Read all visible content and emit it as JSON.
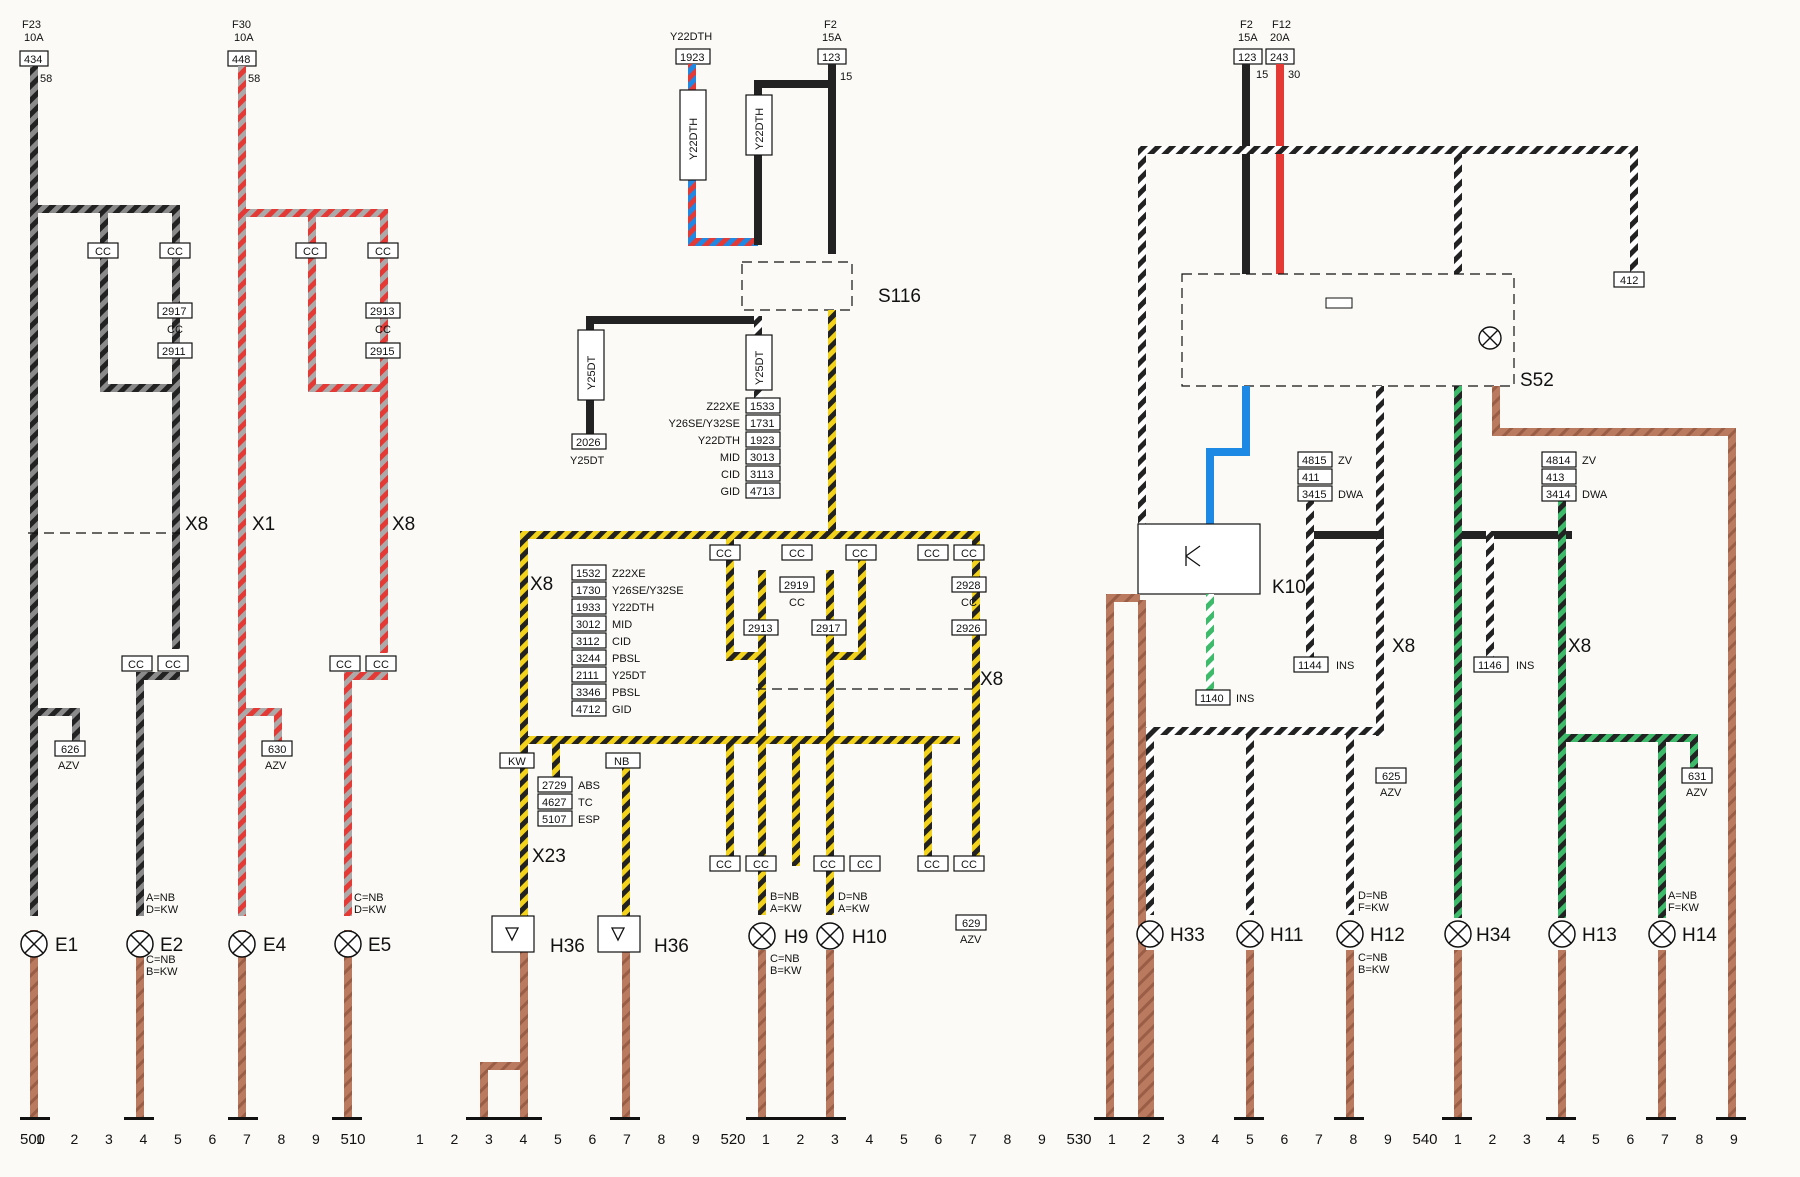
{
  "colors": {
    "brown": "#b97a60",
    "black": "#222222",
    "red": "#e53935",
    "grey": "#8a8a8a",
    "blue": "#1e88e5",
    "yellow": "#f2d21b",
    "green": "#3dbb6a",
    "white": "#ffffff"
  },
  "fuses": [
    {
      "name": "F23",
      "rating": "10A",
      "num": "434",
      "pin": "58"
    },
    {
      "name": "F30",
      "rating": "10A",
      "num": "448",
      "pin": "58"
    },
    {
      "name": "F2",
      "rating": "15A",
      "num": "123",
      "pin": "15"
    },
    {
      "name": "F2",
      "rating": "15A",
      "num": "123",
      "pin": "15"
    },
    {
      "name": "F12",
      "rating": "20A",
      "num": "243",
      "pin": "30"
    }
  ],
  "components": {
    "E1": "E1",
    "E2": "E2",
    "E4": "E4",
    "E5": "E5",
    "H36": "H36",
    "H9": "H9",
    "H10": "H10",
    "H33": "H33",
    "H11": "H11",
    "H12": "H12",
    "H34": "H34",
    "H13": "H13",
    "H14": "H14",
    "S116": "S116",
    "S52": "S52",
    "K10": "K10",
    "X8": "X8",
    "X1": "X1",
    "X23": "X23"
  },
  "connector_boxes": {
    "b2917": "2917",
    "b2911": "2911",
    "b2913": "2913",
    "b2915": "2915",
    "b626": "626",
    "b630": "630",
    "b1923": "1923",
    "b2026": "2026",
    "b2919": "2919",
    "b2913b": "2913",
    "b2917b": "2917",
    "b2928": "2928",
    "b2926": "2926",
    "b629": "629",
    "b412": "412",
    "b1140": "1140",
    "b1144": "1144",
    "b1146": "1146",
    "b625": "625",
    "b631": "631"
  },
  "labels": {
    "cc": "CC",
    "azv": "AZV",
    "ins": "INS",
    "kw": "KW",
    "nb": "NB",
    "y22dth": "Y22DTH",
    "y25dt": "Y25DT",
    "zv": "ZV",
    "dwa": "DWA",
    "abs": "ABS",
    "tc": "TC",
    "esp": "ESP"
  },
  "variant_table_s116": [
    {
      "v": "Z22XE",
      "n": "1533"
    },
    {
      "v": "Y26SE/Y32SE",
      "n": "1731"
    },
    {
      "v": "Y22DTH",
      "n": "1923"
    },
    {
      "v": "MID",
      "n": "3013"
    },
    {
      "v": "CID",
      "n": "3113"
    },
    {
      "v": "GID",
      "n": "4713"
    }
  ],
  "variant_table_x8": [
    {
      "v": "Z22XE",
      "n": "1532"
    },
    {
      "v": "Y26SE/Y32SE",
      "n": "1730"
    },
    {
      "v": "Y22DTH",
      "n": "1933"
    },
    {
      "v": "MID",
      "n": "3012"
    },
    {
      "v": "CID",
      "n": "3112"
    },
    {
      "v": "PBSL",
      "n": "3244"
    },
    {
      "v": "Y25DT",
      "n": "2111"
    },
    {
      "v": "PBSL",
      "n": "3346"
    },
    {
      "v": "GID",
      "n": "4712"
    }
  ],
  "abs_table": [
    {
      "n": "2729",
      "v": "ABS"
    },
    {
      "n": "4627",
      "v": "TC"
    },
    {
      "n": "5107",
      "v": "ESP"
    }
  ],
  "zv_table_1": [
    {
      "n": "4815",
      "v": "ZV"
    },
    {
      "n": "411",
      "v": ""
    },
    {
      "n": "3415",
      "v": "DWA"
    }
  ],
  "zv_table_2": [
    {
      "n": "4814",
      "v": "ZV"
    },
    {
      "n": "413",
      "v": ""
    },
    {
      "n": "3414",
      "v": "DWA"
    }
  ],
  "variants": {
    "e2": [
      "A=NB",
      "D=KW",
      "C=NB",
      "B=KW"
    ],
    "e5": [
      "C=NB",
      "D=KW"
    ],
    "h9": [
      "B=NB",
      "A=KW",
      "C=NB",
      "B=KW"
    ],
    "h10": [
      "D=NB",
      "A=KW"
    ],
    "h12": [
      "D=NB",
      "F=KW",
      "C=NB",
      "B=KW"
    ],
    "h14": [
      "A=NB",
      "F=KW"
    ]
  },
  "bottom_scale": {
    "g1": {
      "start": "500",
      "end": "510",
      "nums": [
        "1",
        "2",
        "3",
        "4",
        "5",
        "6",
        "7",
        "8",
        "9"
      ]
    },
    "g2": {
      "start": "",
      "end": "520",
      "nums": [
        "1",
        "2",
        "3",
        "4",
        "5",
        "6",
        "7",
        "8",
        "9"
      ]
    },
    "g3": {
      "start": "",
      "end": "530",
      "nums": [
        "1",
        "2",
        "3",
        "4",
        "5",
        "6",
        "7",
        "8",
        "9"
      ]
    },
    "g4": {
      "start": "",
      "end": "540",
      "nums": [
        "1",
        "2",
        "3",
        "4",
        "5",
        "6",
        "7",
        "8",
        "9"
      ]
    },
    "g5": {
      "start": "",
      "end": "",
      "nums": [
        "1",
        "2",
        "3",
        "4",
        "5",
        "6",
        "7",
        "8",
        "9"
      ]
    }
  }
}
